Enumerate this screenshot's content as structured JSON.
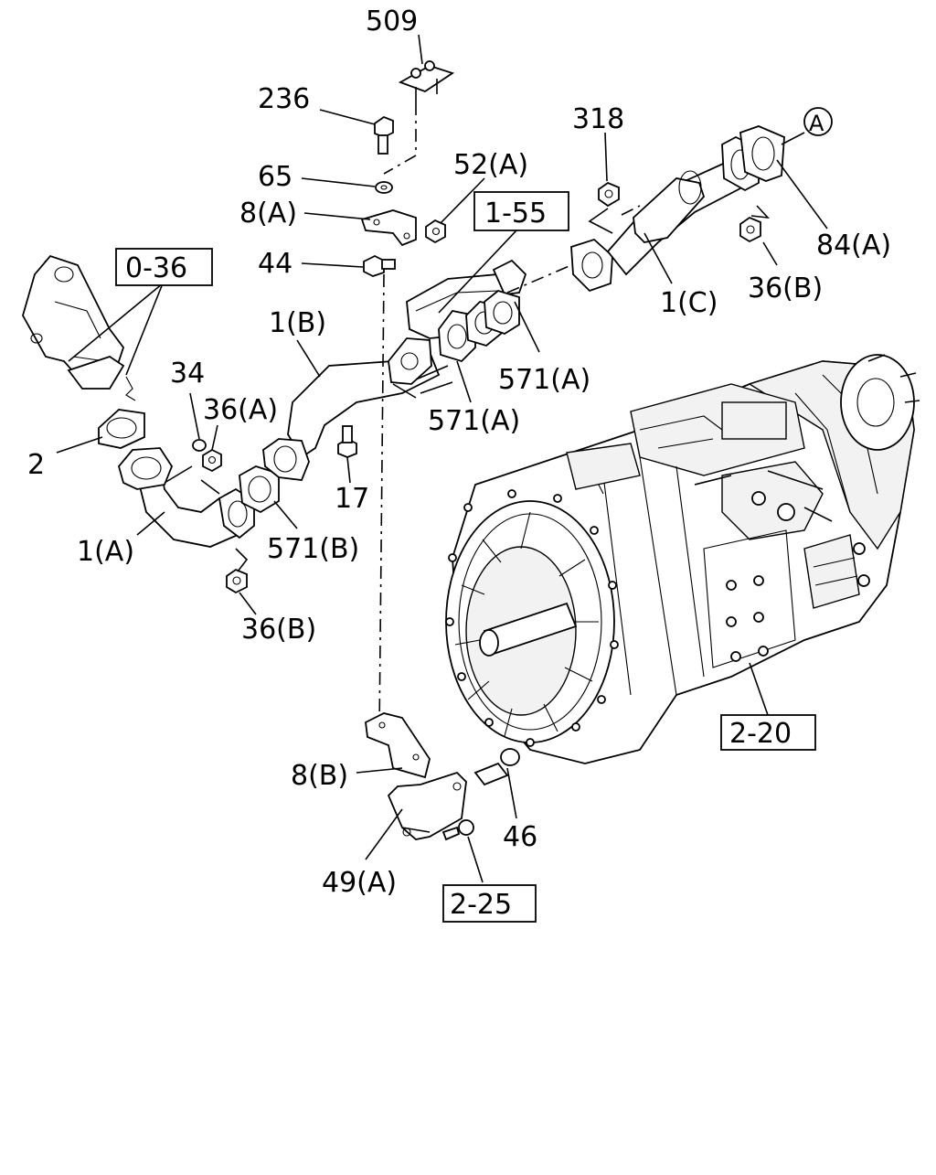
{
  "callouts": {
    "c509": "509",
    "c236": "236",
    "c65": "65",
    "c52a": "52(A)",
    "c318": "318",
    "c84a": "84(A)",
    "c8a": "8(A)",
    "c155": "1-55",
    "c44": "44",
    "c036": "0-36",
    "c1b": "1(B)",
    "c1c": "1(C)",
    "c36b_top": "36(B)",
    "c571a_1": "571(A)",
    "c571a_2": "571(A)",
    "c34": "34",
    "c36a": "36(A)",
    "c2": "2",
    "c17": "17",
    "c1a": "1(A)",
    "c571b": "571(B)",
    "c36b_low": "36(B)",
    "c220": "2-20",
    "c8b": "8(B)",
    "c46": "46",
    "c49a": "49(A)",
    "c225": "2-25",
    "circA": "A"
  }
}
